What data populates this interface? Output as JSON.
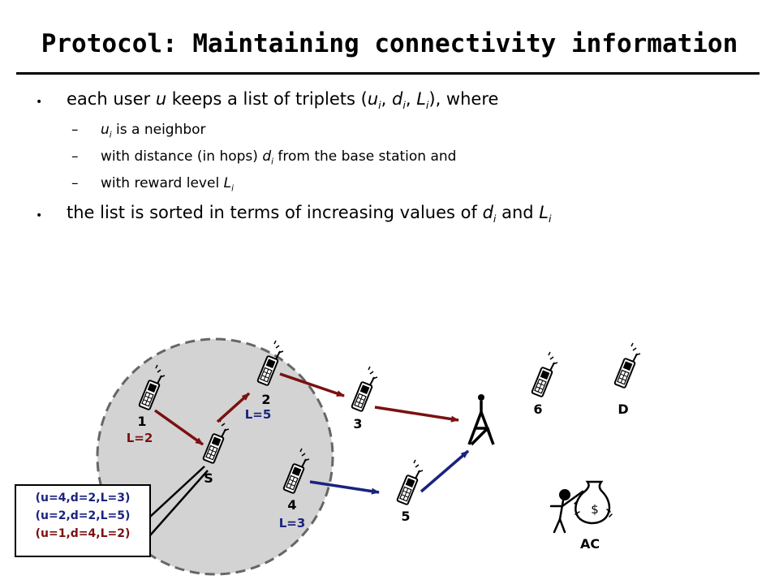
{
  "title": "Protocol: Maintaining connectivity information",
  "bullets": {
    "b1": {
      "pre": "each user ",
      "u": "u",
      "mid1": " keeps a list of triplets (",
      "u_i": "u",
      "i1": "i",
      "c1": ", ",
      "d_i": "d",
      "i2": "i",
      "c2": ", ",
      "L_i": "L",
      "i3": "i",
      "post": "), where"
    },
    "s1": {
      "u": "u",
      "i": "i",
      "post": " is a neighbor"
    },
    "s2": {
      "pre": "with distance (in hops) ",
      "d": "d",
      "i": "i",
      "post": " from the base station and"
    },
    "s3": {
      "pre": "with reward level ",
      "L": "L",
      "i": "i"
    },
    "b2": {
      "pre": "the list is sorted in terms of increasing values of ",
      "d": "d",
      "i1": "i",
      "mid": " and ",
      "L": "L",
      "i2": "i"
    }
  },
  "diagram": {
    "nodes": {
      "n1": "1",
      "n2": "2",
      "n3": "3",
      "n4": "4",
      "n5": "5",
      "n6": "6",
      "nS": "S",
      "nD": "D",
      "nAC": "AC"
    },
    "levels": {
      "l1": "L=2",
      "l2": "L=5",
      "l4": "L=3"
    },
    "bag_symbol": "$",
    "table": [
      {
        "text": "(u=4,d=2,L=3)",
        "color": "#1a237e"
      },
      {
        "text": "(u=2,d=2,L=5)",
        "color": "#1a237e"
      },
      {
        "text": "(u=1,d=4,L=2)",
        "color": "#7b1010"
      }
    ],
    "colors": {
      "red_arrow": "#7b1010",
      "blue_arrow": "#1a237e",
      "disk": "#d3d3d3"
    }
  }
}
